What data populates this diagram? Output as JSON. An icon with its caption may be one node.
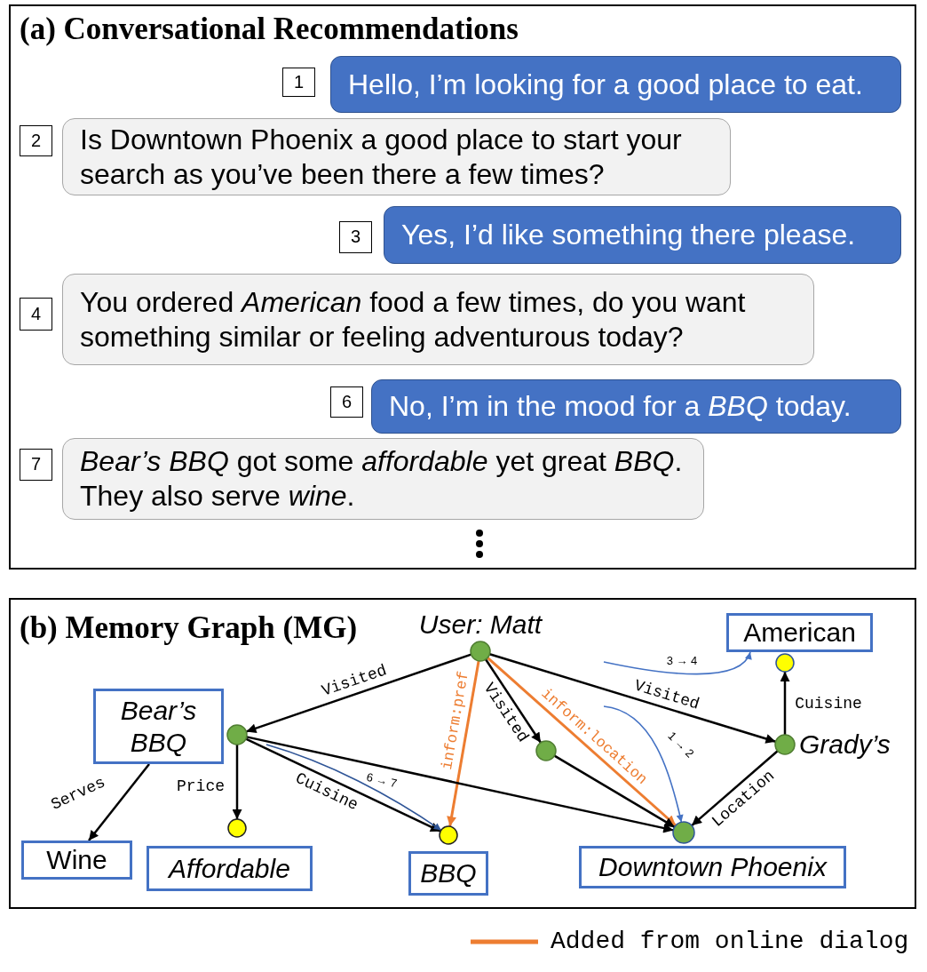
{
  "diagram": {
    "nodes": [
      {
        "text": [
          "(a) Conversational Recommendations"
        ]
      },
      {
        "text": [
          "1"
        ],
        "in": 0
      },
      {
        "text": [
          "Hello, I’m looking for a good place to eat."
        ],
        "in": 0
      },
      {
        "text": [
          "2"
        ],
        "in": 0
      },
      {
        "text": [
          "Is Downtown Phoenix a good place to start your search as you’ve been there a few times?"
        ],
        "in": 0
      },
      {
        "text": [
          "3"
        ],
        "in": 0
      },
      {
        "text": [
          "Yes, I’d like something there please."
        ],
        "in": 0
      },
      {
        "text": [
          "4"
        ],
        "in": 0
      },
      {
        "text": [
          "You ordered *American* food a few times, do you want something similar or feeling adventurous today?"
        ],
        "in": 0
      },
      {
        "text": [
          "6"
        ],
        "in": 0
      },
      {
        "text": [
          "No, I’m in the mood for a *BBQ* today."
        ],
        "in": 0
      },
      {
        "text": [
          "7"
        ],
        "in": 0
      },
      {
        "text": [
          "*Bear’s BBQ* got some *affordable* yet great *BBQ*. They also serve *wine*."
        ],
        "in": 0
      },
      {
        "text": [
          "(b) Memory Graph (MG)"
        ]
      },
      {
        "text": [],
        "shape": "circle",
        "beside": [
          "User: Matt"
        ],
        "in": 13
      },
      {
        "text": [
          "American"
        ],
        "in": 13
      },
      {
        "text": [],
        "shape": "circle",
        "in": 13
      },
      {
        "text": [
          "Bear’s BBQ"
        ],
        "in": 13
      },
      {
        "text": [],
        "shape": "circle",
        "in": 13
      },
      {
        "text": [],
        "shape": "circle",
        "in": 13
      },
      {
        "text": [],
        "shape": "circle",
        "beside": [
          "Grady’s"
        ],
        "in": 13
      },
      {
        "text": [
          "Wine"
        ],
        "in": 13
      },
      {
        "text": [],
        "shape": "circle",
        "in": 13
      },
      {
        "text": [
          "Affordable"
        ],
        "in": 13
      },
      {
        "text": [],
        "shape": "circle",
        "in": 13
      },
      {
        "text": [
          "BBQ"
        ],
        "in": 13
      },
      {
        "text": [],
        "shape": "circle",
        "in": 13
      },
      {
        "text": [
          "Downtown Phoenix"
        ],
        "in": 13
      }
    ],
    "edges": [
      {
        "from": 14,
        "to": 18,
        "arrow": "to",
        "label": "Visited"
      },
      {
        "from": 14,
        "to": 24,
        "arrow": "to",
        "label": "inform:pref",
        "color": "#ed7d31"
      },
      {
        "from": 14,
        "to": 19,
        "arrow": "to",
        "label": "Visited"
      },
      {
        "from": 14,
        "to": 26,
        "arrow": "to",
        "label": "inform:location",
        "color": "#ed7d31"
      },
      {
        "from": 14,
        "to": 20,
        "arrow": "to",
        "label": "Visited"
      },
      {
        "from": 20,
        "to": 16,
        "arrow": "to",
        "label": "Cuisine"
      },
      {
        "from": 17,
        "to": 21,
        "arrow": "to",
        "label": "Serves"
      },
      {
        "from": 18,
        "to": 22,
        "arrow": "to",
        "label": "Price"
      },
      {
        "from": 18,
        "to": 24,
        "arrow": "to",
        "label": "Cuisine"
      },
      {
        "from": 18,
        "to": 26,
        "arrow": "to"
      },
      {
        "from": 19,
        "to": 26,
        "arrow": "to"
      },
      {
        "from": 20,
        "to": 26,
        "arrow": "to",
        "label": "Location"
      },
      {
        "from": null,
        "to": 24,
        "arrow": "to",
        "label": "6 → 7",
        "color": "#2f5597"
      },
      {
        "from": null,
        "to": 26,
        "arrow": "to",
        "label": "1 → 2",
        "color": "#4472c4"
      },
      {
        "from": null,
        "to": 15,
        "arrow": "to",
        "label": "3 → 4",
        "color": "#4472c4"
      }
    ],
    "legend": [
      {
        "text": "Added from online dialog"
      }
    ]
  }
}
